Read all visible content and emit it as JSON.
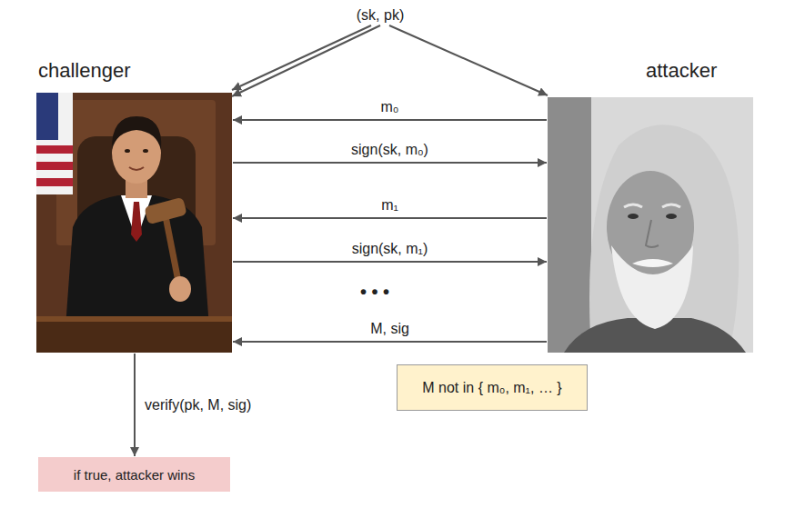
{
  "diagram": {
    "nodes": [
      {
        "text": [
          "(sk, pk)"
        ]
      },
      {
        "text": [
          "challenger"
        ]
      },
      {
        "text": [
          "attacker"
        ]
      },
      {
        "text": [
          "M not in { m₀, m₁, … }"
        ]
      },
      {
        "text": [
          "if true, attacker wins"
        ]
      }
    ],
    "edges": [
      {
        "from": 0,
        "to": 1,
        "arrow": "to"
      },
      {
        "from": 0,
        "to": 1,
        "arrow": "to"
      },
      {
        "from": 0,
        "to": 2,
        "arrow": "to"
      },
      {
        "from": 2,
        "to": 1,
        "label": "m₀",
        "arrow": "to"
      },
      {
        "from": 1,
        "to": 2,
        "label": "sign(sk, m₀)",
        "arrow": "to"
      },
      {
        "from": 2,
        "to": 1,
        "label": "m₁",
        "arrow": "to"
      },
      {
        "from": 1,
        "to": 2,
        "label": "sign(sk, m₁)",
        "arrow": "to"
      },
      {
        "from": 2,
        "to": 1,
        "label": "M, sig",
        "arrow": "to"
      },
      {
        "from": 1,
        "to": 4,
        "label": "verify(pk, M, sig)",
        "arrow": "to"
      }
    ],
    "labels": [
      "• • •"
    ]
  }
}
